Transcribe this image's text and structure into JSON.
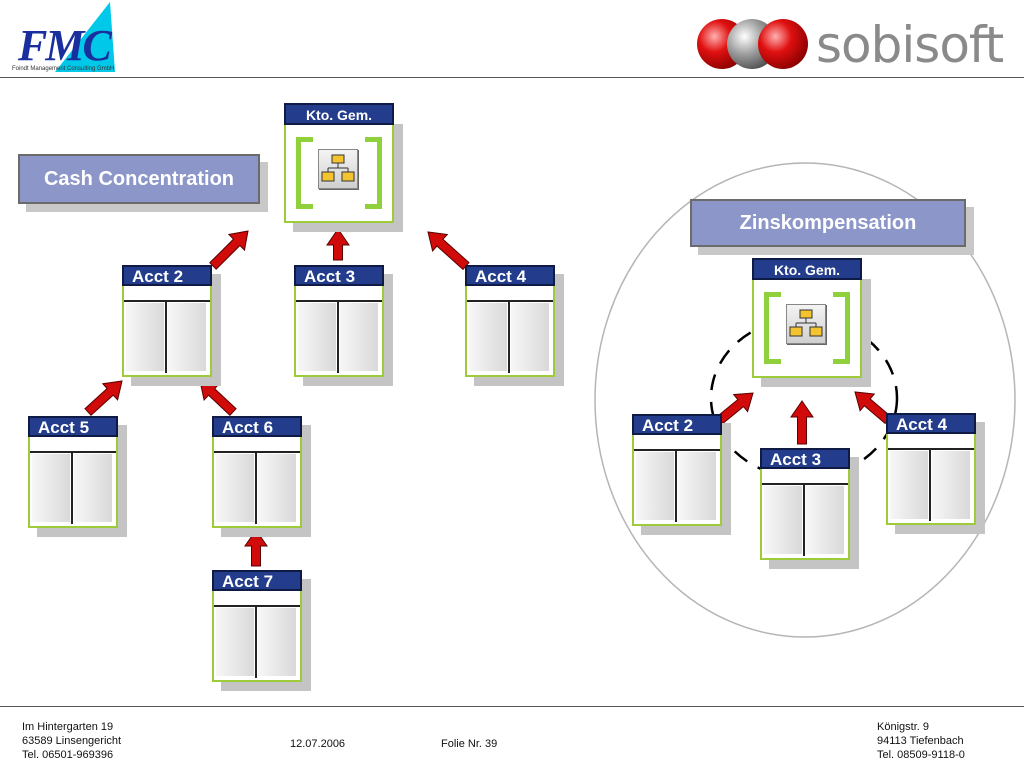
{
  "header": {
    "left_logo_text": "FMC",
    "left_logo_subtitle": "Foindt Management Consulting GmbH",
    "right_logo_text": "sobisoft"
  },
  "left_diagram": {
    "title": "Cash Concentration",
    "master": "Kto. Gem.",
    "accounts": [
      "Acct 2",
      "Acct 3",
      "Acct 4",
      "Acct 5",
      "Acct 6",
      "Acct 7"
    ]
  },
  "right_diagram": {
    "title": "Zinskompensation",
    "master": "Kto. Gem.",
    "accounts": [
      "Acct 2",
      "Acct 3",
      "Acct 4"
    ]
  },
  "footer": {
    "left_address": [
      "Im Hintergarten 19",
      "63589 Linsengericht",
      "Tel. 06501-969396"
    ],
    "date": "12.07.2006",
    "slide": "Folie Nr. 39",
    "right_address": [
      "Königstr. 9",
      "94113 Tiefenbach",
      "Tel. 08509-9118-0"
    ]
  },
  "colors": {
    "arrow": "#cc0000",
    "label_bg": "#233d8c",
    "title_bg": "#8c96c8",
    "account_border": "#9ecb3a"
  },
  "icons": [
    "org-chart-icon",
    "fmc-logo",
    "sobisoft-logo-circles"
  ]
}
